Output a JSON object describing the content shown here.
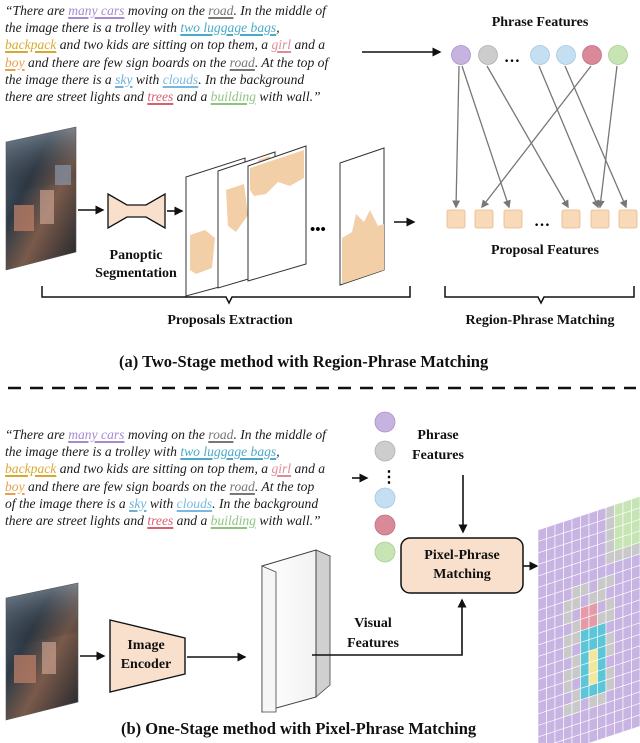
{
  "top": {
    "quote_lines": [
      [
        {
          "t": "“There are "
        },
        {
          "t": "many cars",
          "c": "#a58ad0"
        },
        {
          "t": " moving on the "
        },
        {
          "t": "road",
          "c": "#777777"
        },
        {
          "t": ". In the middle of"
        }
      ],
      [
        {
          "t": "the image there is a trolley with "
        },
        {
          "t": "two luggage bags",
          "c": "#4aa9c9"
        },
        {
          "t": ","
        }
      ],
      [
        {
          "t": "backpack",
          "c": "#d9a830"
        },
        {
          "t": " and two kids are sitting on top them, a "
        },
        {
          "t": "girl",
          "c": "#e08a9a"
        },
        {
          "t": " and a"
        }
      ],
      [
        {
          "t": "boy",
          "c": "#e8a050"
        },
        {
          "t": " and there are few sign boards on the "
        },
        {
          "t": "road",
          "c": "#777777"
        },
        {
          "t": ". At the top of"
        }
      ],
      [
        {
          "t": "the image there is a "
        },
        {
          "t": "sky",
          "c": "#6ab0d8"
        },
        {
          "t": " with "
        },
        {
          "t": "clouds",
          "c": "#7ab8e0"
        },
        {
          "t": ". In the background"
        }
      ],
      [
        {
          "t": "there are street lights and "
        },
        {
          "t": "trees",
          "c": "#d86070"
        },
        {
          "t": " and a "
        },
        {
          "t": "building",
          "c": "#8fc480"
        },
        {
          "t": " with wall.”"
        }
      ]
    ],
    "phrase_features_label": "Phrase Features",
    "proposal_features_label": "Proposal Features",
    "panoptic_label_line1": "Panoptic",
    "panoptic_label_line2": "Segmentation",
    "proposals_extraction_label": "Proposals Extraction",
    "region_phrase_matching_label": "Region-Phrase Matching",
    "dots": "…",
    "bullet_dots": "•••",
    "caption": "(a) Two-Stage method with Region-Phrase Matching"
  },
  "bottom": {
    "quote_lines": [
      [
        {
          "t": "“There are "
        },
        {
          "t": "many cars",
          "c": "#a58ad0"
        },
        {
          "t": " moving on the "
        },
        {
          "t": "road",
          "c": "#777777"
        },
        {
          "t": ". In the middle of"
        }
      ],
      [
        {
          "t": "the image there is a trolley with "
        },
        {
          "t": "two luggage bags",
          "c": "#4aa9c9"
        },
        {
          "t": ","
        }
      ],
      [
        {
          "t": "backpack",
          "c": "#d9a830"
        },
        {
          "t": " and two kids are sitting on top them, a "
        },
        {
          "t": "girl",
          "c": "#e08a9a"
        },
        {
          "t": " and a"
        }
      ],
      [
        {
          "t": "boy",
          "c": "#e8a050"
        },
        {
          "t": " and there are few sign boards on the "
        },
        {
          "t": "road",
          "c": "#777777"
        },
        {
          "t": ". At the top"
        }
      ],
      [
        {
          "t": "of the image there is a "
        },
        {
          "t": "sky",
          "c": "#6ab0d8"
        },
        {
          "t": " with "
        },
        {
          "t": "clouds",
          "c": "#7ab8e0"
        },
        {
          "t": ". In the background"
        }
      ],
      [
        {
          "t": "there are street lights and "
        },
        {
          "t": "trees",
          "c": "#d86070"
        },
        {
          "t": " and a "
        },
        {
          "t": "building",
          "c": "#8fc480"
        },
        {
          "t": " with wall.”"
        }
      ]
    ],
    "phrase_label_line1": "Phrase",
    "phrase_label_line2": "Features",
    "pixel_phrase_line1": "Pixel-Phrase",
    "pixel_phrase_line2": "Matching",
    "image_encoder_line1": "Image",
    "image_encoder_line2": "Encoder",
    "visual_features_line1": "Visual",
    "visual_features_line2": "Features",
    "vdots": "⋮",
    "caption": "(b) One-Stage method with Pixel-Phrase Matching"
  },
  "colors": {
    "phrase_purple": "#c6b3e0",
    "phrase_gray": "#cdcdcd",
    "phrase_blue": "#c5dff2",
    "phrase_pink": "#d98a99",
    "phrase_green": "#c6e4b4",
    "proposal_fill": "#f8d9b8",
    "proposal_stroke": "#e8b88c",
    "module_fill": "#f9e0cc",
    "grid_purple": "#c7b4e2",
    "grid_gray": "#c9c9c9",
    "grid_green": "#c6e4b4",
    "grid_cyan": "#5cc6d8",
    "grid_yellow": "#f4e69a",
    "grid_pink": "#e49aa8"
  }
}
